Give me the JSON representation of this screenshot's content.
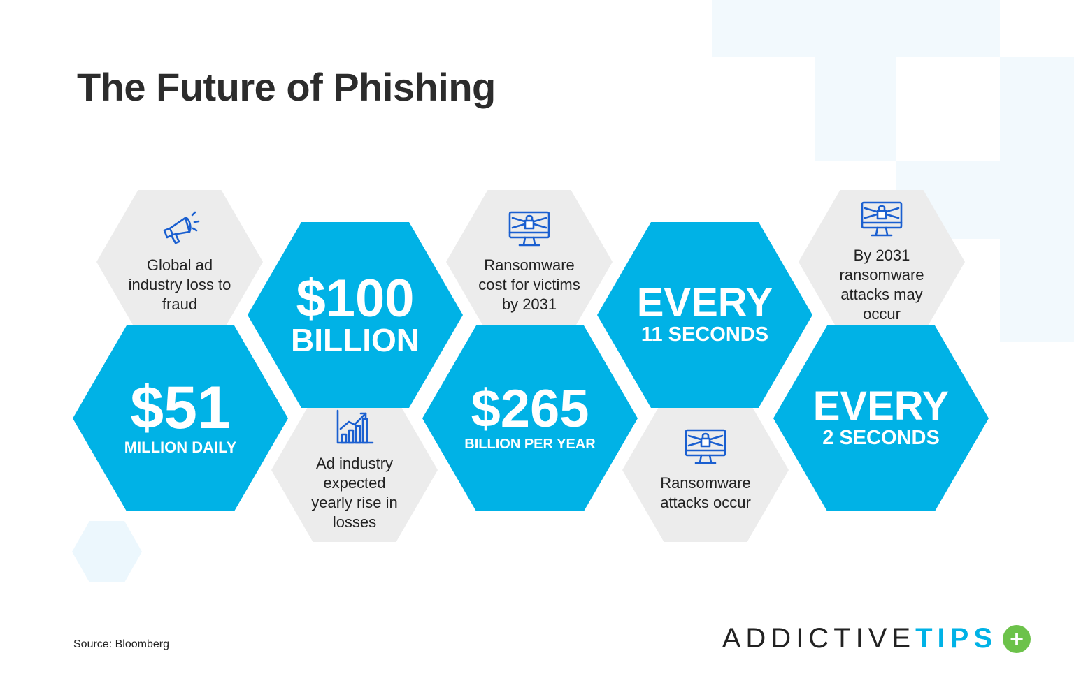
{
  "title": "The Future of Phishing",
  "colors": {
    "accent": "#00b2e6",
    "tile": "#ececec",
    "icon": "#1a5fd0",
    "logo_plus": "#6cc24a",
    "title": "#2c2c2c"
  },
  "stats": {
    "ad_loss_daily": {
      "value": "$51",
      "unit": "MILLION DAILY",
      "caption": "Global ad industry loss to fraud",
      "icon": "megaphone-icon"
    },
    "ad_yearly_rise": {
      "value": "$100",
      "unit": "BILLION",
      "caption": "Ad industry expected yearly rise in losses",
      "icon": "rising-chart-icon"
    },
    "ransom_cost": {
      "value": "$265",
      "unit": "BILLION PER YEAR",
      "caption": "Ransomware cost for victims by 2031",
      "icon": "locked-monitor-icon"
    },
    "ransom_frequency": {
      "value": "EVERY",
      "unit": "11 SECONDS",
      "caption": "Ransomware attacks occur",
      "icon": "locked-monitor-icon"
    },
    "ransom_frequency_2031": {
      "value": "EVERY",
      "unit": "2 SECONDS",
      "caption": "By 2031 ransomware attacks may occur",
      "icon": "locked-monitor-icon"
    }
  },
  "footer": {
    "source": "Source: Bloomberg",
    "logo_main": "ADDICTIVE",
    "logo_accent": "TIPS",
    "logo_plus": "+"
  }
}
